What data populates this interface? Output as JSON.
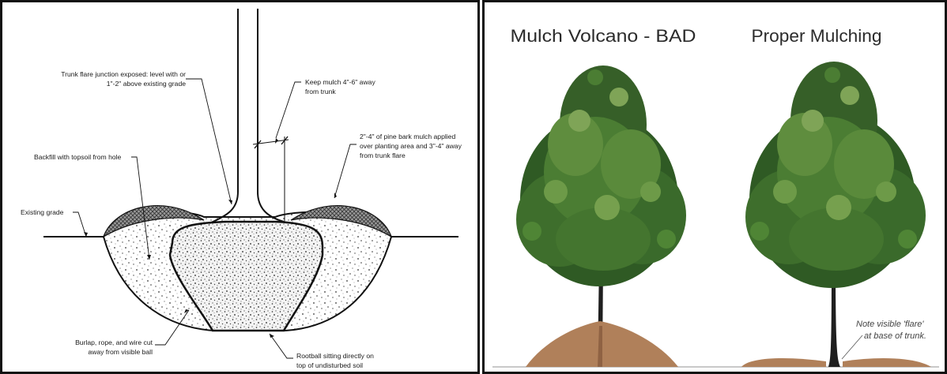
{
  "planting_detail": {
    "label_trunk_flare_line1": "Trunk flare junction exposed: level with or",
    "label_trunk_flare_line2": "1\"-2\" above existing grade",
    "label_keep_mulch_line1": "Keep mulch 4\"-6\" away",
    "label_keep_mulch_line2": "from trunk",
    "label_pine_bark_line1": "2\"-4\" of pine bark mulch applied",
    "label_pine_bark_line2": "over planting area and 3\"-4\" away",
    "label_pine_bark_line3": "from trunk flare",
    "label_backfill": "Backfill with topsoil from hole",
    "label_existing_grade": "Existing grade",
    "label_burlap_line1": "Burlap, rope, and wire cut",
    "label_burlap_line2": "away from visible ball",
    "label_rootball_line1": "Rootball sitting directly on",
    "label_rootball_line2": "top of undisturbed soil"
  },
  "mulch_comparison": {
    "heading_bad": "Mulch Volcano - BAD",
    "heading_proper": "Proper Mulching",
    "caption_line1": "Note visible 'flare'",
    "caption_line2": "at base of trunk."
  },
  "colors": {
    "mulch_brown": "#b0805a",
    "foliage_dark": "#2f5a24",
    "foliage_mid": "#4b7d33",
    "foliage_light": "#7fa457",
    "trunk": "#1f1f1f",
    "line_black": "#111111"
  }
}
